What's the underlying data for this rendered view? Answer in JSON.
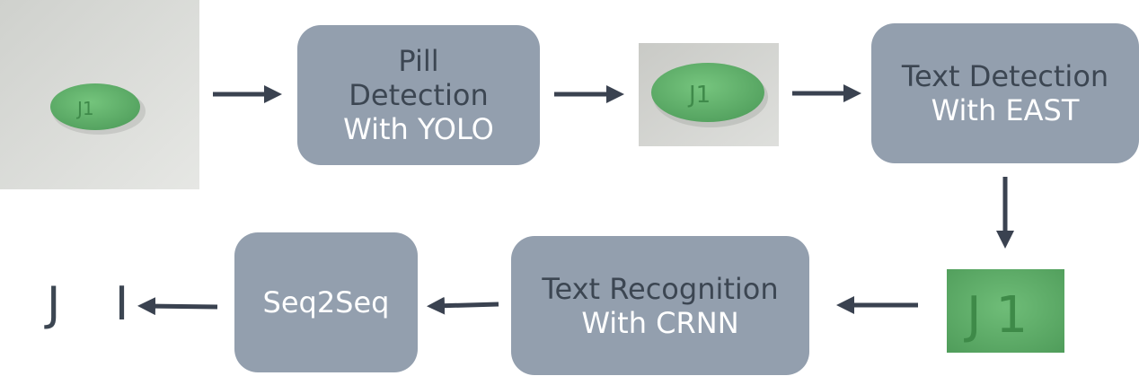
{
  "colors": {
    "box_fill": "#939fae",
    "box_text_light": "#ffffff",
    "box_text_dark": "#3c4652",
    "arrow": "#3a4250",
    "result_text": "#3c4652",
    "pill_green": "#5fb36a"
  },
  "input_image": {
    "icon": "pill-photo-icon",
    "marking": "J1"
  },
  "pill_detection": {
    "lines": [
      "Pill",
      "Detection",
      "With YOLO"
    ]
  },
  "cropped_pill": {
    "icon": "pill-crop-icon",
    "marking": "J1"
  },
  "text_detection": {
    "lines": [
      "Text Detection",
      "With EAST"
    ]
  },
  "text_crop": {
    "icon": "text-crop-icon",
    "marking": "J1"
  },
  "text_recognition": {
    "lines": [
      "Text Recognition",
      "With CRNN"
    ]
  },
  "seq2seq": {
    "lines": [
      "Seq2Seq"
    ]
  },
  "result": {
    "text": "J I"
  }
}
